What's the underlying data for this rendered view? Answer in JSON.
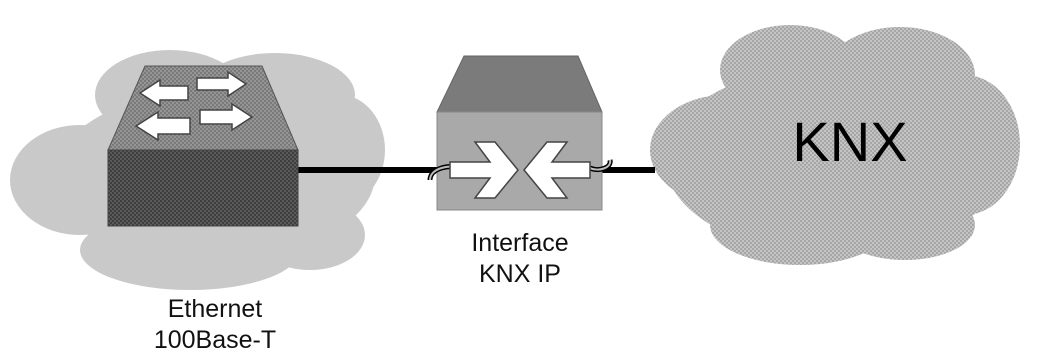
{
  "knx_cloud": {
    "label": "KNX"
  },
  "ethernet": {
    "line1": "Ethernet",
    "line2": "100Base-T"
  },
  "interface": {
    "line1": "Interface",
    "line2": "KNX IP"
  },
  "colors": {
    "ethernet_cloud": "#c8c8c8",
    "knx_cloud": "#b5b5b5",
    "switch_top": "#8c8c8c",
    "switch_front": "#4f4f4f",
    "interface_top": "#7a7a7a",
    "interface_front": "#a8a8a8",
    "cable": "#000000"
  },
  "icons": [
    "switch-arrows-icon",
    "interface-converging-arrows-icon"
  ]
}
